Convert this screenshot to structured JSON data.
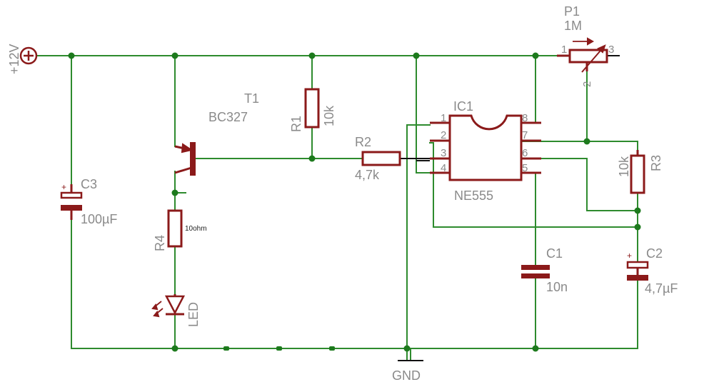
{
  "power": {
    "label": "+12V"
  },
  "ground": {
    "label": "GND"
  },
  "transistor": {
    "name": "T1",
    "value": "BC327"
  },
  "components": {
    "r1": {
      "name": "R1",
      "value": "10k"
    },
    "r2": {
      "name": "R2",
      "value": "4,7k"
    },
    "r3": {
      "name": "R3",
      "value": "10k"
    },
    "r4": {
      "name": "R4",
      "value": "10ohm"
    },
    "c1": {
      "name": "C1",
      "value": "10n"
    },
    "c2": {
      "name": "C2",
      "value": "4,7µF",
      "polarity": "+"
    },
    "c3": {
      "name": "C3",
      "value": "100µF",
      "polarity": "+"
    },
    "p1": {
      "name": "P1",
      "value": "1M",
      "pin1": "1",
      "pin2": "2",
      "pin3": "3"
    },
    "led": {
      "name": "LED"
    }
  },
  "ic": {
    "name": "IC1",
    "part": "NE555",
    "left_pins": [
      "1",
      "2",
      "3",
      "4"
    ],
    "right_pins": [
      "8",
      "7",
      "6",
      "5"
    ]
  },
  "colors": {
    "wire": "#2e8b2e",
    "component": "#8b1a1a",
    "junction": "#1d7a1d",
    "label": "#8a8a8a"
  }
}
